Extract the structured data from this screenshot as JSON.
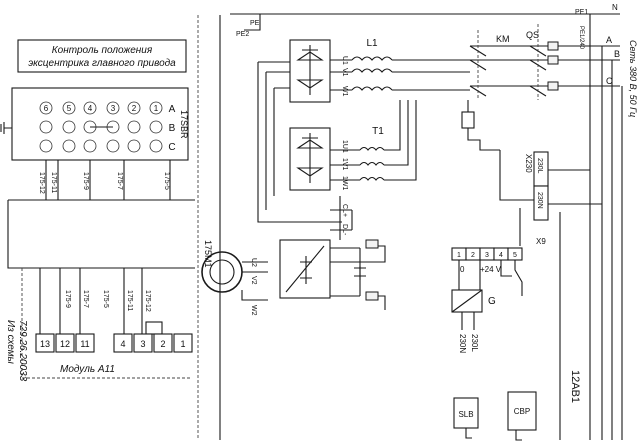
{
  "title_box": {
    "line1": "Контроль положения",
    "line2": "эксцентрика главного привода"
  },
  "sensor_block": {
    "label": "17SBR",
    "rows": [
      "A",
      "B",
      "C"
    ],
    "col_numbers": [
      "6",
      "5",
      "4",
      "3",
      "2",
      "1"
    ],
    "wires": [
      "175-12",
      "175-11",
      "175-9",
      "175-7",
      "175-5"
    ]
  },
  "module": {
    "label": "Модуль A11",
    "wires": [
      "175-9",
      "175-7",
      "175-5",
      "175-11",
      "175-12"
    ],
    "terminals": [
      "13",
      "12",
      "11",
      "4",
      "3",
      "2",
      "1"
    ]
  },
  "side_note": {
    "line1": "Из схемы",
    "line2": "729.26.20033"
  },
  "motor": {
    "label": "175M1",
    "phases": [
      "U2",
      "V2",
      "W2"
    ]
  },
  "converter": {
    "top_outputs": [
      "U1",
      "V1",
      "W1"
    ],
    "bottom_outputs": [
      "1U1",
      "1V1",
      "1W1"
    ],
    "dc_terminals": [
      "CL+",
      "DL-"
    ]
  },
  "reactors": {
    "l1": "L1",
    "t1": "T1"
  },
  "switchgear": {
    "contactor": "KM",
    "breaker": "QS",
    "pe_labels": [
      "PE",
      "PE1",
      "PE2"
    ],
    "n_label": "N",
    "supply_wire": "PE1/240",
    "phases": [
      "A",
      "B",
      "C"
    ],
    "supply_note": "Сеть 380 В, 50 Гц"
  },
  "terminal_x230": {
    "label": "X230",
    "values": [
      "230L",
      "230N"
    ]
  },
  "terminal_x9": {
    "label": "X9",
    "numbers": [
      "1",
      "2",
      "3",
      "4",
      "5"
    ],
    "voltage_0": "0",
    "voltage_24": "+24 V"
  },
  "power_supply": {
    "label": "G",
    "in_l": "230L",
    "in_n": "230N"
  },
  "bus_label": "12AB1",
  "components": {
    "slb": "SLB",
    "cbp": "CBP"
  },
  "colors": {
    "ink": "#1a1a1a",
    "paper": "#ffffff"
  }
}
